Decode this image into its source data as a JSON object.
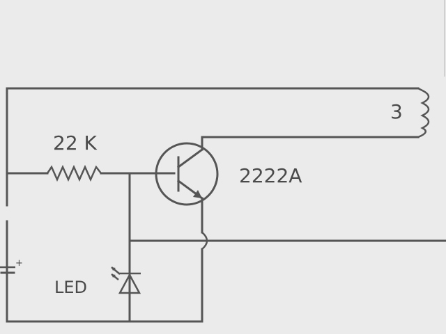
{
  "diagram": {
    "resistor_label": "22 K",
    "transistor_label": "2222A",
    "coil_label": "3",
    "led_label": "LED",
    "battery_polarity": "+"
  },
  "colors": {
    "background": "#ebebeb",
    "wire": "#555555",
    "text": "#4a4a4a"
  }
}
